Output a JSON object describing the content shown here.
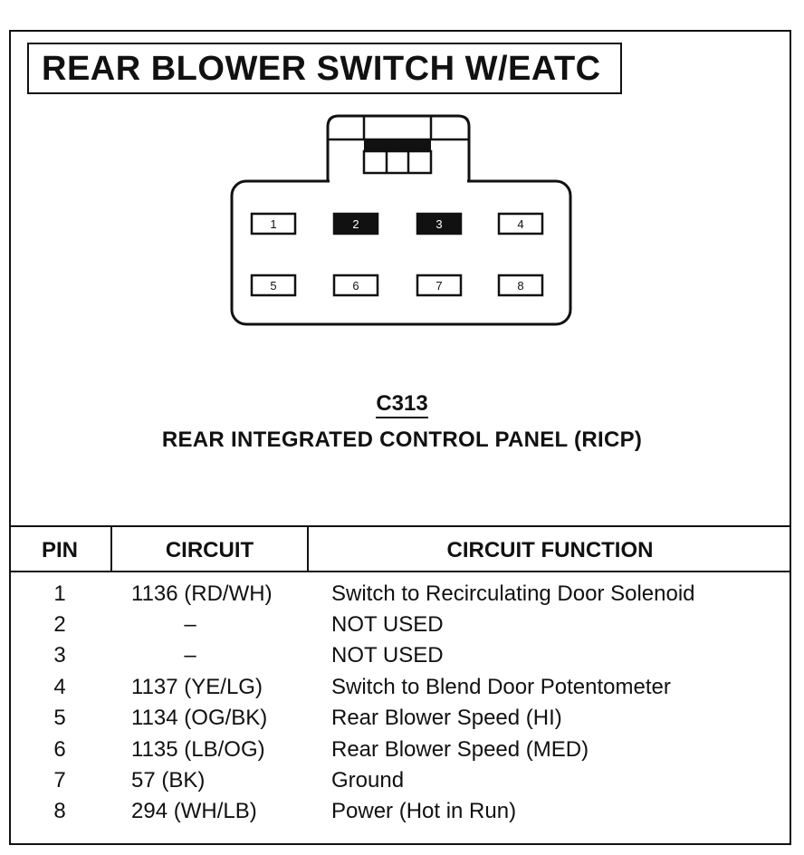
{
  "title": "REAR BLOWER SWITCH W/EATC",
  "connector": {
    "id": "C313",
    "name": "REAR INTEGRATED CONTROL PANEL (RICP)",
    "pins": [
      {
        "label": "1",
        "filled": false
      },
      {
        "label": "2",
        "filled": true
      },
      {
        "label": "3",
        "filled": true
      },
      {
        "label": "4",
        "filled": false
      },
      {
        "label": "5",
        "filled": false
      },
      {
        "label": "6",
        "filled": false
      },
      {
        "label": "7",
        "filled": false
      },
      {
        "label": "8",
        "filled": false
      }
    ]
  },
  "table": {
    "headers": {
      "pin": "PIN",
      "circuit": "CIRCUIT",
      "function": "CIRCUIT FUNCTION"
    },
    "rows": [
      {
        "pin": "1",
        "circuit": "1136 (RD/WH)",
        "function": "Switch to Recirculating Door Solenoid"
      },
      {
        "pin": "2",
        "circuit": "–",
        "function": "NOT USED"
      },
      {
        "pin": "3",
        "circuit": "–",
        "function": "NOT USED"
      },
      {
        "pin": "4",
        "circuit": "1137 (YE/LG)",
        "function": "Switch to Blend  Door Potentometer"
      },
      {
        "pin": "5",
        "circuit": "1134 (OG/BK)",
        "function": "Rear Blower Speed (HI)"
      },
      {
        "pin": "6",
        "circuit": "1135 (LB/OG)",
        "function": "Rear Blower Speed (MED)"
      },
      {
        "pin": "7",
        "circuit": "57 (BK)",
        "function": "Ground"
      },
      {
        "pin": "8",
        "circuit": "294 (WH/LB)",
        "function": "Power (Hot in Run)"
      }
    ]
  }
}
